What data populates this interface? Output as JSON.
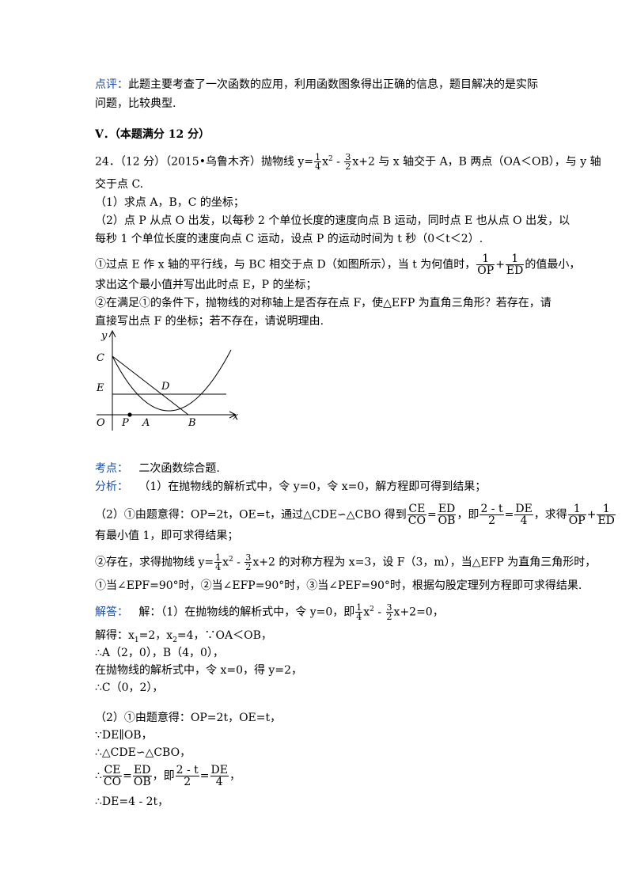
{
  "comment": {
    "label": "点评：",
    "line1": "此题主要考查了一次函数的应用，利用函数图象得出正确的信息，题目解决的是实际",
    "line2": "问题，比较典型."
  },
  "section": {
    "title": "V．（本题满分 12 分）"
  },
  "problem": {
    "l1_a": "24．（12 分）（2015•乌鲁木齐）抛物线 y=",
    "f1_num": "1",
    "f1_den": "4",
    "l1_b": "x",
    "l1_sup": "2",
    "l1_c": " - ",
    "f2_num": "3",
    "f2_den": "2",
    "l1_d": "x+2 与 x 轴交于 A，B 两点（OA＜OB），与 y 轴",
    "l2": "交于点 C.",
    "l3": "（1）求点 A，B，C 的坐标；",
    "l4": "（2）点 P 从点 O 出发，以每秒 2 个单位长度的速度向点 B 运动，同时点 E 也从点 O 出发，以",
    "l5": "每秒 1 个单位长度的速度向点 C 运动，设点 P 的运动时间为 t 秒（0＜t＜2）.",
    "l6_a": "①过点 E 作 x 轴的平行线，与 BC 相交于点 D（如图所示），当 t 为何值时，",
    "f3_num": "1",
    "f3_den": "OP",
    "l6_plus": "+",
    "f4_num": "1",
    "f4_den": "ED",
    "l6_b": "的值最小，",
    "l7": "求出这个最小值并写出此时点 E，P 的坐标；",
    "l8": "②在满足①的条件下，抛物线的对称轴上是否存在点 F，使△EFP 为直角三角形？若存在，请",
    "l9": "直接写出点 F 的坐标；若不存在，请说明理由."
  },
  "figure": {
    "labels": {
      "y": "y",
      "x": "x",
      "C": "C",
      "E": "E",
      "D": "D",
      "O": "O",
      "P": "P",
      "A": "A",
      "B": "B"
    }
  },
  "kaodian": {
    "label": "考点：",
    "text": "二次函数综合题."
  },
  "fenxi": {
    "label": "分析：",
    "l1": "（1）在抛物线的解析式中，令 y=0，令 x=0，解方程即可得到结果；",
    "l2_a": "（2）①由题意得：OP=2t，OE=t，通过△CDE∽△CBO 得到",
    "fa_num": "CE",
    "fa_den": "CO",
    "eq1": "=",
    "fb_num": "ED",
    "fb_den": "OB",
    "l2_b": "，即",
    "fc_num": "2 - t",
    "fc_den": "2",
    "eq2": "=",
    "fd_num": "DE",
    "fd_den": "4",
    "l2_c": "，求得",
    "fe_num": "1",
    "fe_den": "OP",
    "plus": "+",
    "ff_num": "1",
    "ff_den": "ED",
    "l3": "有最小值 1，即可求得结果；",
    "l4_a": "②存在，求得抛物线 y=",
    "fg_num": "1",
    "fg_den": "4",
    "l4_x": "x",
    "l4_sup": "2",
    "l4_m": " - ",
    "fh_num": "3",
    "fh_den": "2",
    "l4_b": "x+2 的对称方程为 x=3，设 F（3，m），当△EFP 为直角三角形时，",
    "l5": "①当∠EPF=90°时，②当∠EFP=90°时，③当∠PEF=90°时，根据勾股定理列方程即可求得结果."
  },
  "jieda": {
    "label": "解答：",
    "l1_a": "解：（1）在抛物线的解析式中，令 y=0，即",
    "fi_num": "1",
    "fi_den": "4",
    "l1_x": "x",
    "l1_sup": "2",
    "l1_m": " - ",
    "fj_num": "3",
    "fj_den": "2",
    "l1_b": "x+2=0，",
    "l2_a": "解得：x",
    "l2_s1": "1",
    "l2_b": "=2，x",
    "l2_s2": "2",
    "l2_c": "=4，∵OA＜OB，",
    "l3": "∴A（2，0），B（4，0），",
    "l4": "在抛物线的解析式中，令 x=0，得 y=2，",
    "l5": "∴C（0，2），",
    "l6": "（2）①由题意得：OP=2t，OE=t，",
    "l7": "∵DE∥OB，",
    "l8": "∴△CDE∽△CBO，",
    "l9_a": "∴",
    "fk_num": "CE",
    "fk_den": "CO",
    "l9_eq1": "=",
    "fl_num": "ED",
    "fl_den": "OB",
    "l9_b": "，即",
    "fm_num": "2 - t",
    "fm_den": "2",
    "l9_eq2": "=",
    "fn_num": "DE",
    "fn_den": "4",
    "l9_c": "，",
    "l10": "∴DE=4 - 2t，"
  }
}
